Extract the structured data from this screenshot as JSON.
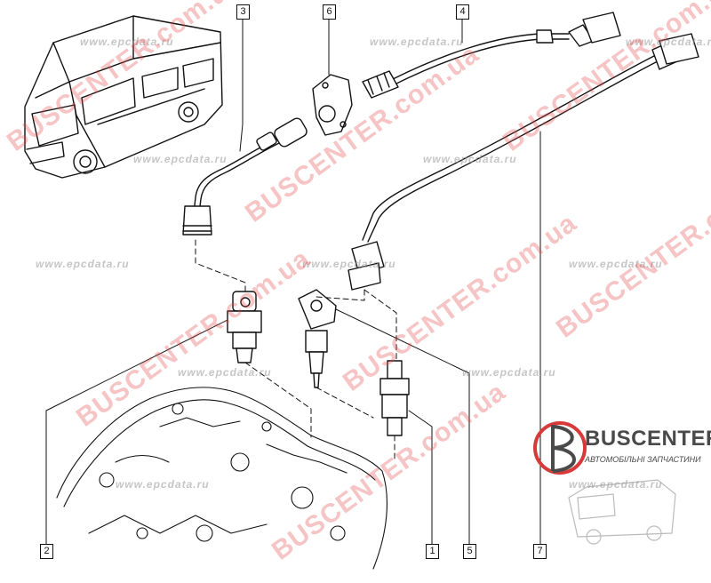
{
  "callouts": [
    {
      "id": "3",
      "label": "3"
    },
    {
      "id": "6",
      "label": "6"
    },
    {
      "id": "4",
      "label": "4"
    },
    {
      "id": "2",
      "label": "2"
    },
    {
      "id": "1",
      "label": "1"
    },
    {
      "id": "5",
      "label": "5"
    },
    {
      "id": "7",
      "label": "7"
    }
  ],
  "watermarks": {
    "red_text": "BUSCENTER",
    "red_suffix": ".com.ua",
    "grey_text": "www.epcdata.ru"
  },
  "logo": {
    "name": "BUSCENTER",
    "subtitle": "АВТОМОБІЛЬНІ ЗАПЧАСТИНИ"
  },
  "colors": {
    "line": "#111111",
    "watermark_red": "#e24646",
    "logo_red": "#d83a3a",
    "logo_grey": "#4a4a4a"
  }
}
